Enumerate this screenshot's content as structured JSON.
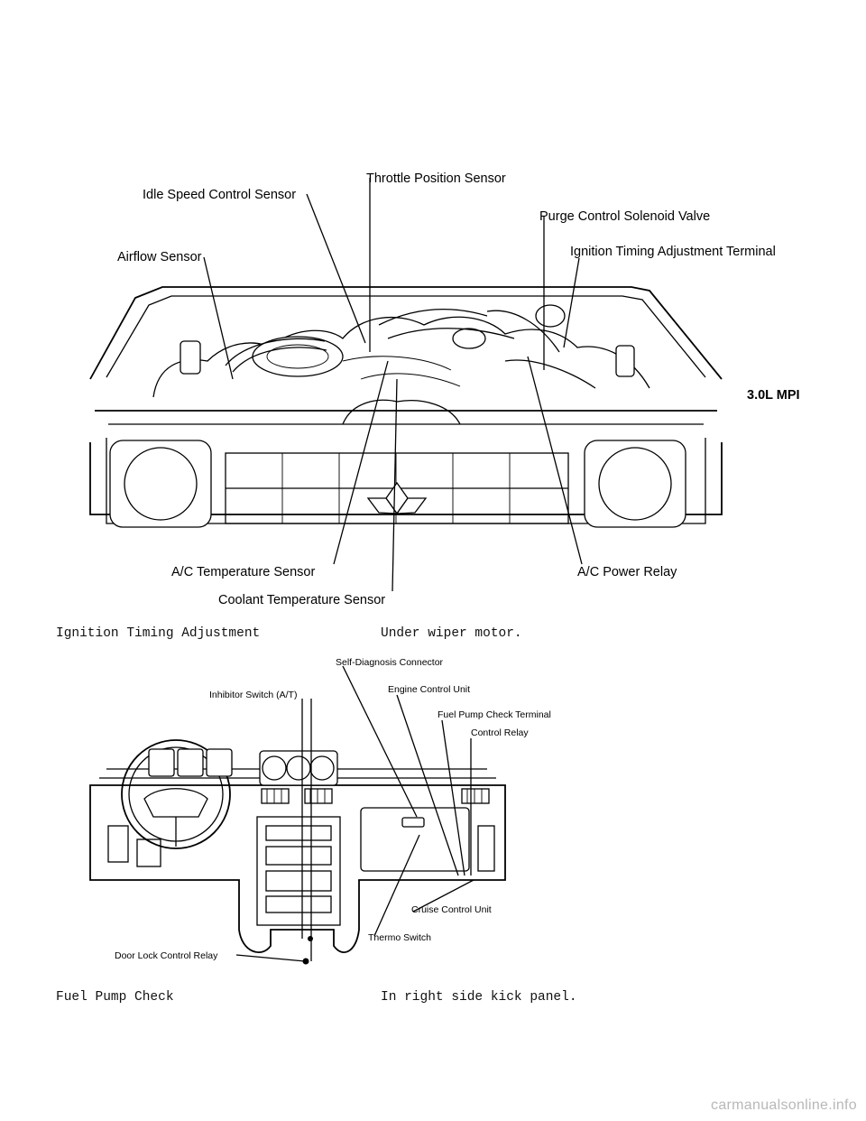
{
  "engine_figure": {
    "labels": {
      "throttle_position_sensor": "Throttle Position Sensor",
      "idle_speed_control_sensor": "Idle Speed Control Sensor",
      "purge_control_solenoid_valve": "Purge Control Solenoid Valve",
      "airflow_sensor": "Airflow Sensor",
      "ignition_timing_adjustment_terminal": "Ignition Timing Adjustment Terminal",
      "engine_badge": "3.0L MPI",
      "ac_temperature_sensor": "A/C Temperature Sensor",
      "ac_power_relay": "A/C Power Relay",
      "coolant_temperature_sensor": "Coolant Temperature Sensor"
    }
  },
  "caption_1": {
    "component": "Ignition Timing Adjustment",
    "location": "Under wiper motor."
  },
  "dash_figure": {
    "labels": {
      "self_diagnosis_connector": "Self-Diagnosis Connector",
      "engine_control_unit": "Engine Control Unit",
      "inhibitor_switch": "Inhibitor Switch (A/T)",
      "fuel_pump_check_terminal": "Fuel Pump Check Terminal",
      "control_relay": "Control Relay",
      "cruise_control_unit": "Cruise Control Unit",
      "thermo_switch": "Thermo Switch",
      "door_lock_control_relay": "Door Lock Control Relay"
    }
  },
  "caption_2": {
    "component": "Fuel Pump Check",
    "location": "In right side kick panel."
  },
  "watermark": "carmanualsonline.info"
}
